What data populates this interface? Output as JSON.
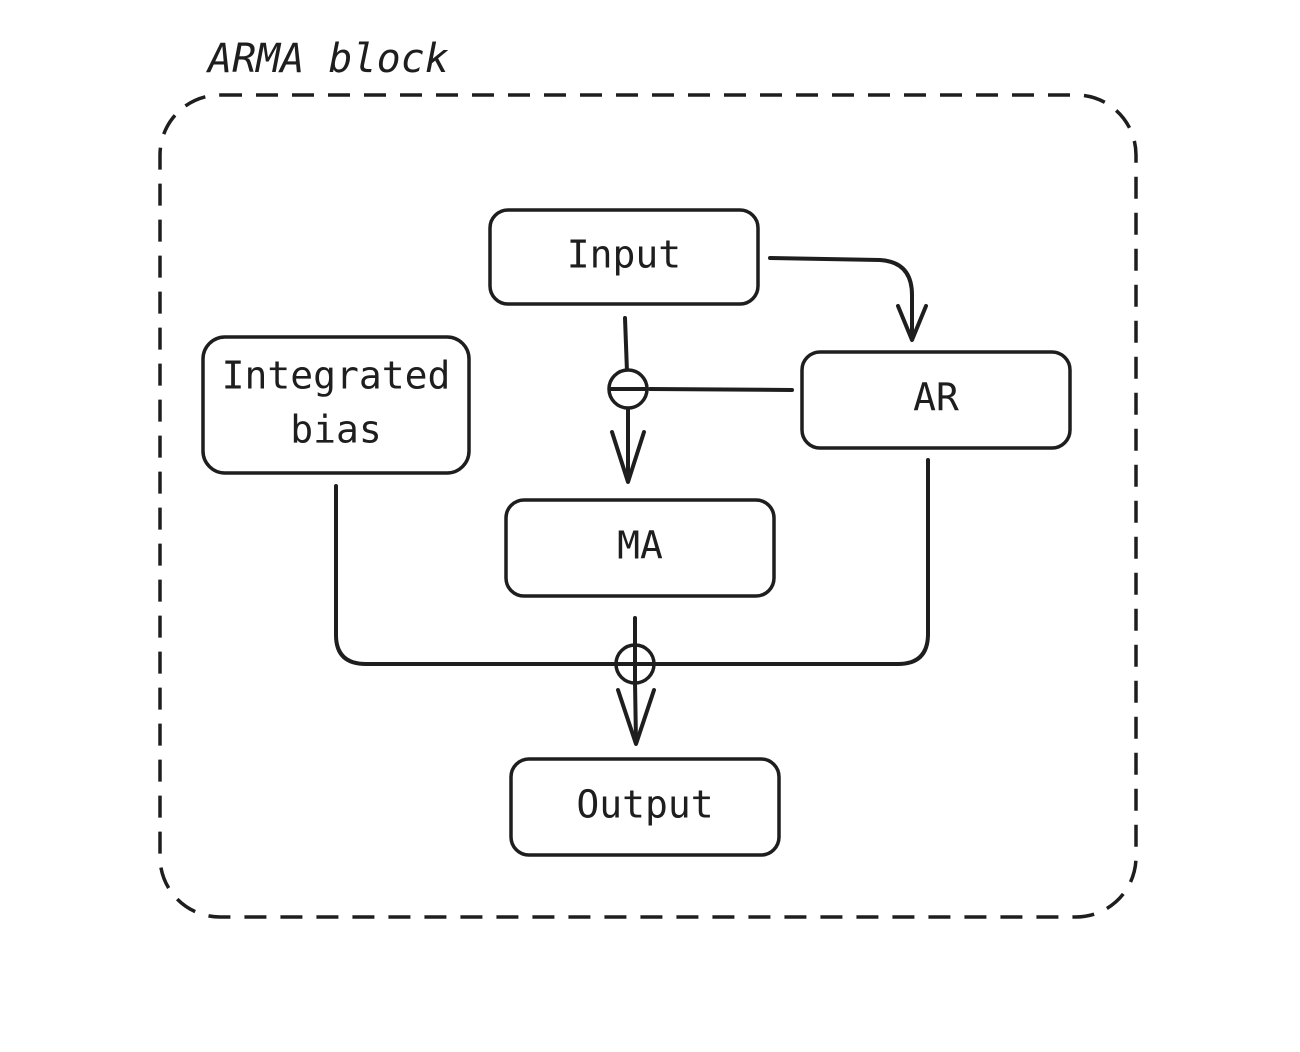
{
  "diagram": {
    "title": "ARMA block",
    "nodes": {
      "input": "Input",
      "ar": "AR",
      "ma": "MA",
      "integrated_bias_line1": "Integrated",
      "integrated_bias_line2": "bias",
      "output": "Output"
    },
    "operators": {
      "subtract": "minus",
      "add": "plus"
    },
    "colors": {
      "stroke": "#1e1e1e",
      "background": "#ffffff"
    }
  }
}
